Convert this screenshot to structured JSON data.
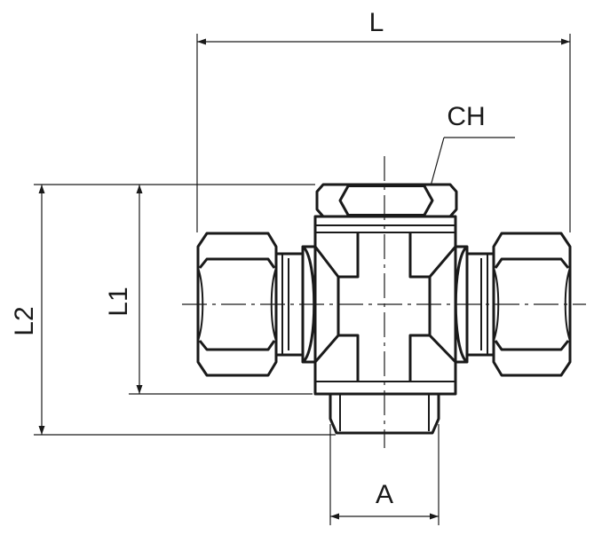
{
  "drawing": {
    "labels": {
      "L": "L",
      "L1": "L1",
      "L2": "L2",
      "A": "A",
      "CH": "CH"
    }
  }
}
